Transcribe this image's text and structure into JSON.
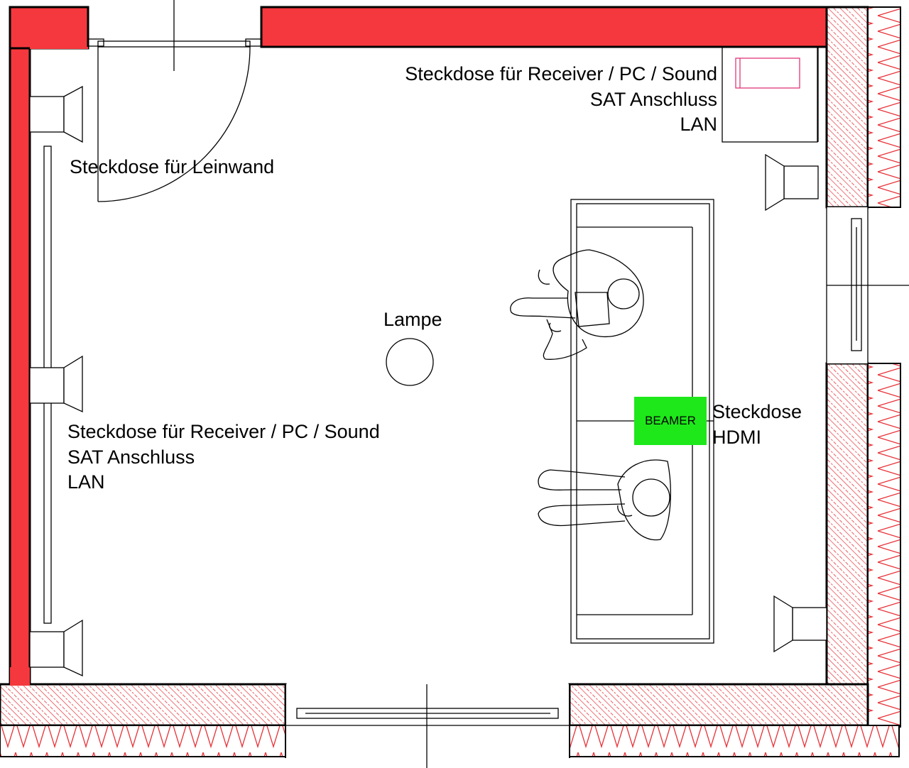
{
  "labels": {
    "top_right": [
      "Steckdose für Receiver / PC / Sound",
      "SAT Anschluss",
      "LAN"
    ],
    "leinwand": "Steckdose für Leinwand",
    "lampe": "Lampe",
    "left": [
      "Steckdose für Receiver / PC / Sound",
      "SAT Anschluss",
      "LAN"
    ],
    "beamer": "BEAMER",
    "beamer_side": [
      "Steckdose",
      "HDMI"
    ]
  },
  "colors": {
    "wall_red": "#f5383d",
    "hatch_red": "#e8343a",
    "beamer_green": "#1ee81a",
    "tv_pink": "#e0357a"
  }
}
